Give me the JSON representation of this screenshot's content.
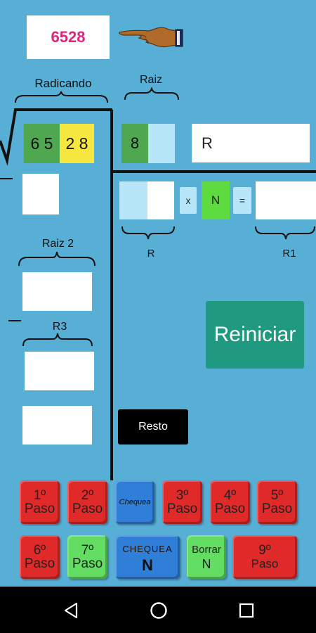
{
  "display": {
    "number": "6528",
    "number_color": "#e0257a",
    "pointer_icon": "pointing-hand-icon"
  },
  "labels": {
    "radicando": "Radicando",
    "raiz": "Raiz",
    "raiz2": "Raiz 2",
    "r3": "R3",
    "r_under": "R",
    "r1": "R1"
  },
  "radicand": {
    "digits_green": "6 5",
    "digits_yellow": "2 8"
  },
  "root": {
    "digit": "8"
  },
  "r_field": {
    "value": "R"
  },
  "operation": {
    "times": "x",
    "n": "N",
    "equals": "="
  },
  "buttons": {
    "reiniciar": "Reiniciar",
    "resto": "Resto",
    "paso1_a": "1º",
    "paso1_b": "Paso",
    "paso2_a": "2º",
    "paso2_b": "Paso",
    "chequea_small": "Chequea",
    "paso3_a": "3º",
    "paso3_b": "Paso",
    "paso4_a": "4º",
    "paso4_b": "Paso",
    "paso5_a": "5º",
    "paso5_b": "Paso",
    "paso6_a": "6º",
    "paso6_b": "Paso",
    "paso7_a": "7º",
    "paso7_b": "Paso",
    "chequea_n_a": "CHEQUEA",
    "chequea_n_b": "N",
    "borrar_a": "Borrar",
    "borrar_b": "N",
    "paso9_a": "9º",
    "paso9_b": "Paso"
  },
  "colors": {
    "background": "#57afd6",
    "green_cell": "#4fa84f",
    "yellow_cell": "#f6e740",
    "light_blue_cell": "#b7e6f9",
    "bright_green": "#5ddb3f",
    "reiniciar_bg": "#1f9a80",
    "step_red": "#e02a2a",
    "step_green": "#62dd62",
    "step_blue": "#2f7fd9"
  },
  "nav": {
    "back": "back-icon",
    "home": "home-icon",
    "recents": "recents-icon"
  }
}
